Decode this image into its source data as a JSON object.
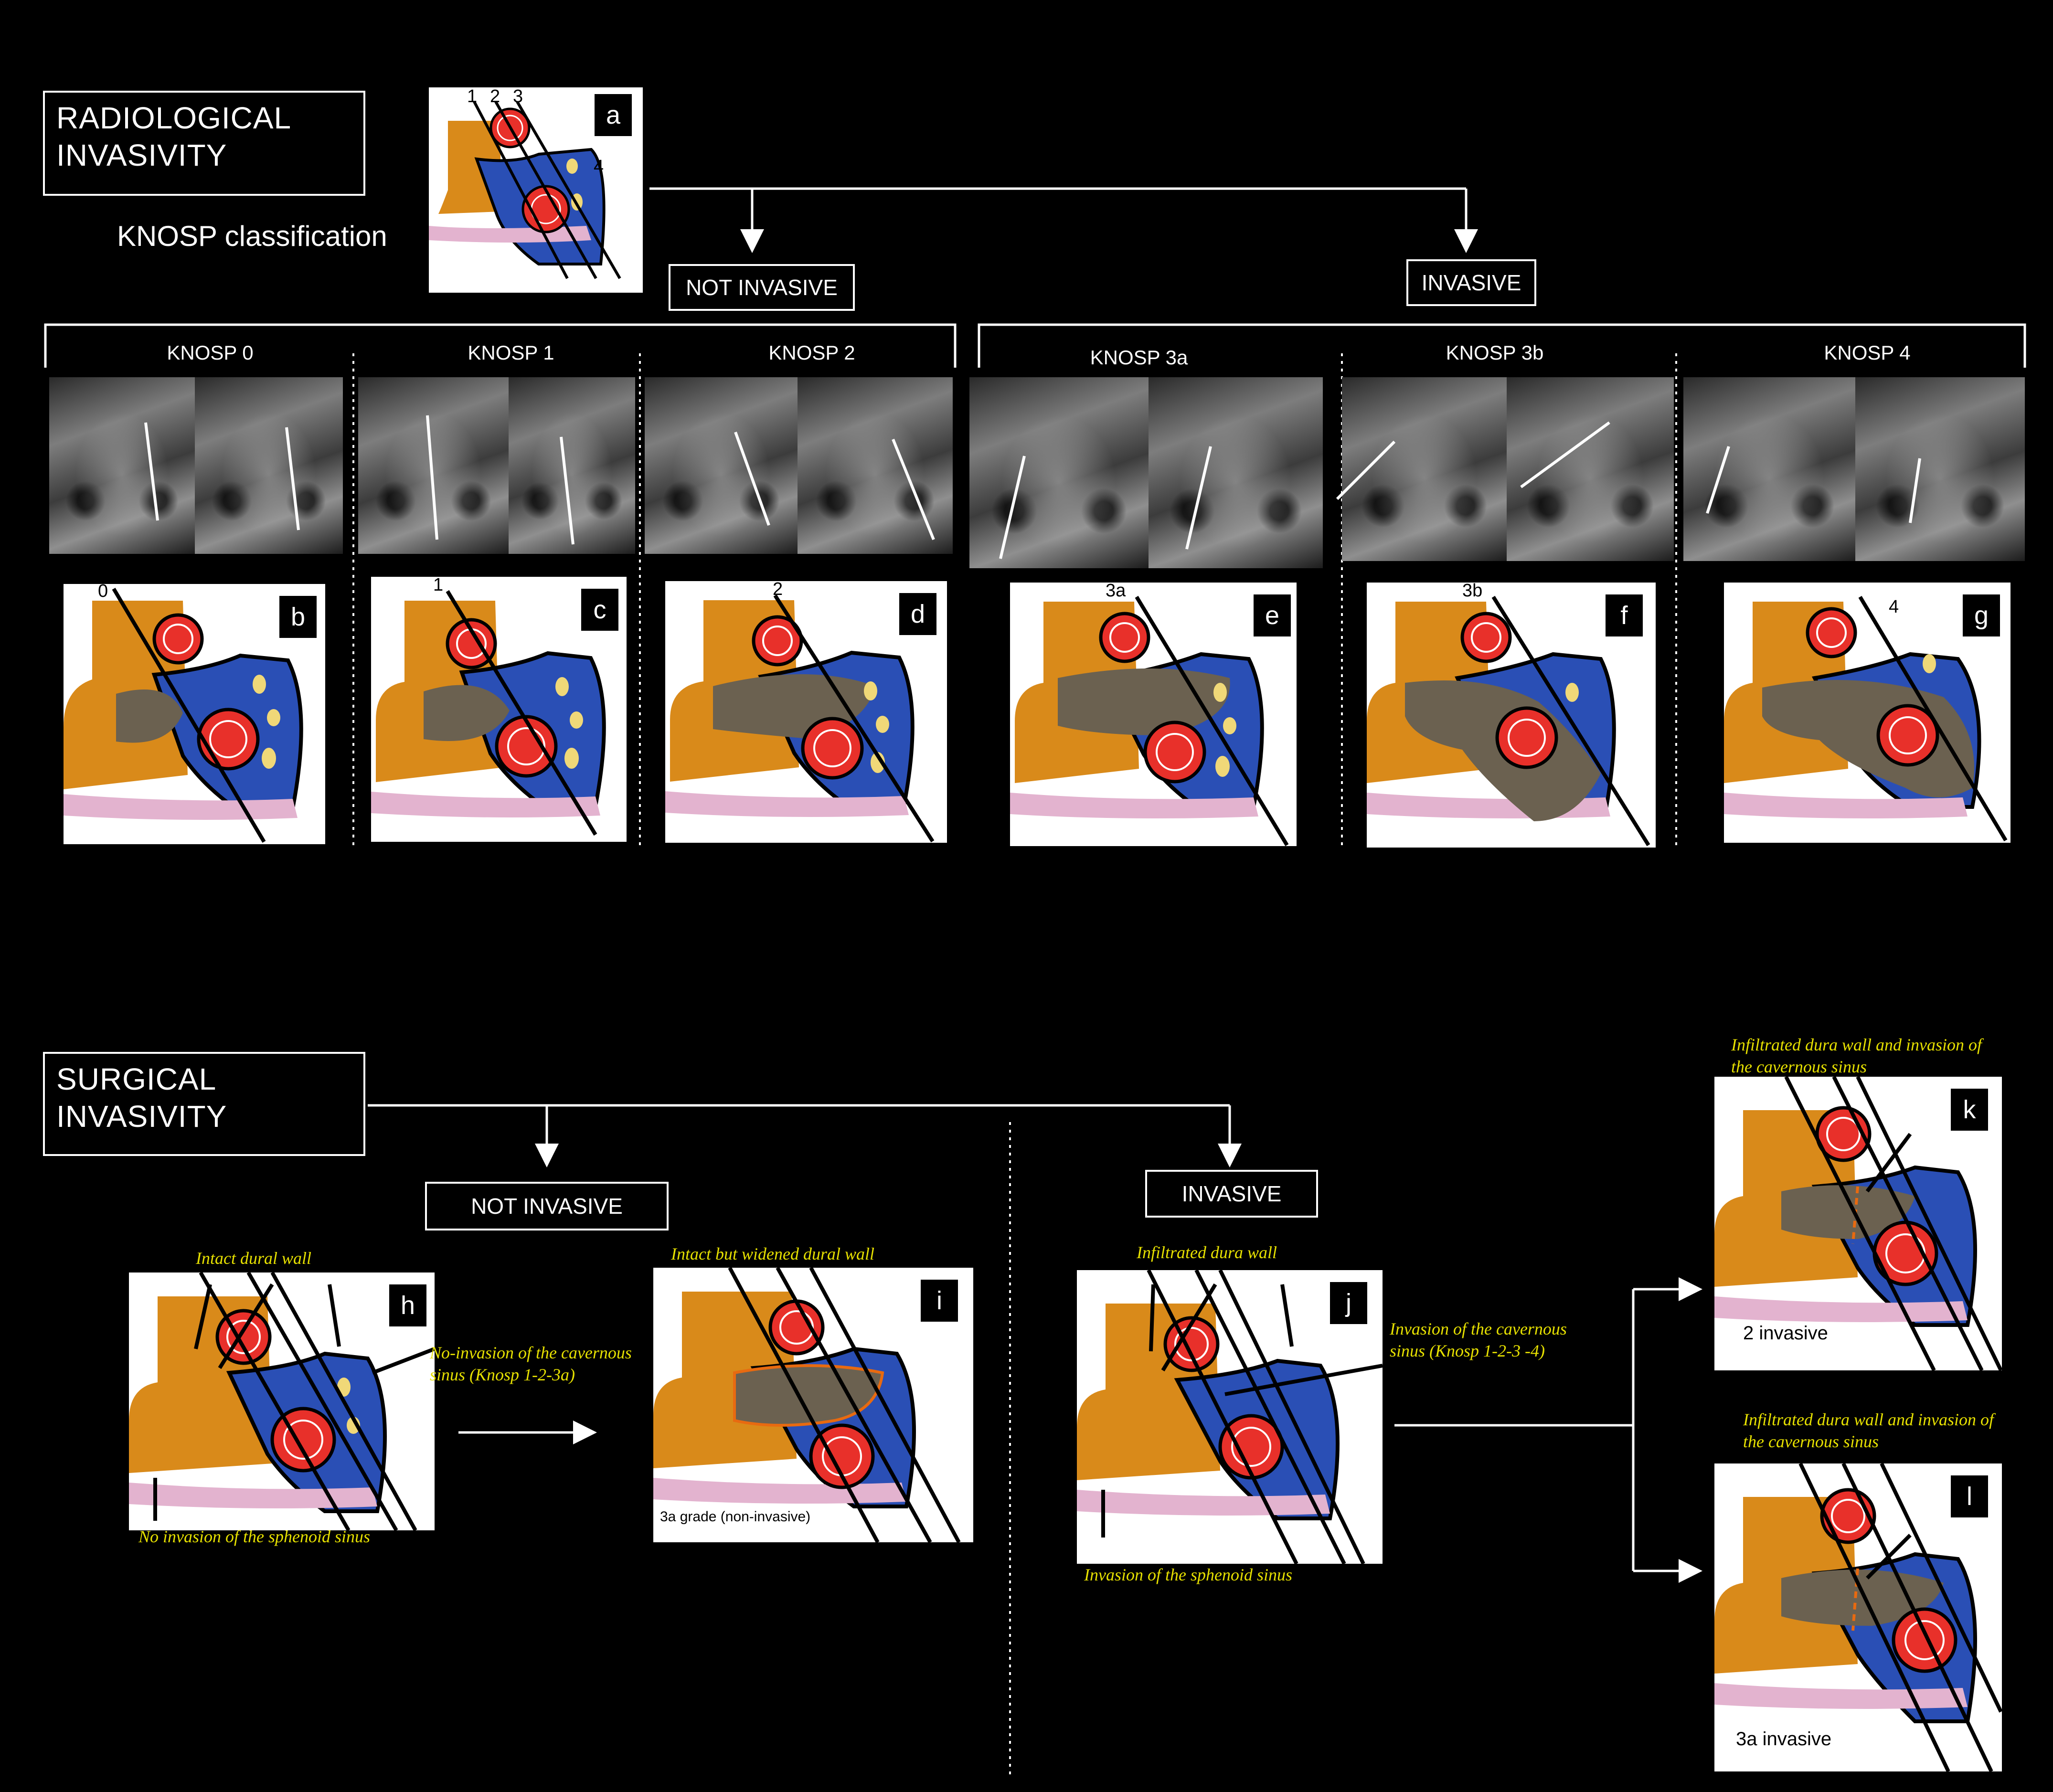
{
  "radiological": {
    "title": "RADIOLOGICAL\nINVASIVITY",
    "subtitle": "KNOSP classification",
    "not_invasive": "NOT INVASIVE",
    "invasive": "INVASIVE",
    "panel_a": {
      "letter": "a",
      "lines": [
        "1",
        "2",
        "3",
        "4"
      ]
    },
    "grades": [
      {
        "label": "KNOSP 0",
        "letter": "b",
        "line": "0"
      },
      {
        "label": "KNOSP 1",
        "letter": "c",
        "line": "1"
      },
      {
        "label": "KNOSP 2",
        "letter": "d",
        "line": "2"
      },
      {
        "label": "KNOSP 3a",
        "letter": "e",
        "line": "3a"
      },
      {
        "label": "KNOSP 3b",
        "letter": "f",
        "line": "3b"
      },
      {
        "label": "KNOSP 4",
        "letter": "g",
        "line": "4"
      }
    ]
  },
  "surgical": {
    "title": "SURGICAL\nINVASIVITY",
    "not_invasive": "NOT INVASIVE",
    "invasive": "INVASIVE",
    "panels": {
      "h": {
        "letter": "h",
        "note_top": "Intact dural wall",
        "note_right": "No-invasion of the cavernous\nsinus (Knosp 1-2-3a)",
        "note_bottom": "No invasion of the sphenoid sinus"
      },
      "i": {
        "letter": "i",
        "note_top": "Intact but widened dural wall",
        "caption": "3a grade (non-invasive)"
      },
      "j": {
        "letter": "j",
        "note_top": "Infiltrated dura wall",
        "note_right": "Invasion of the cavernous\nsinus (Knosp 1-2-3 -4)",
        "note_bottom": "Invasion of the sphenoid sinus"
      },
      "k": {
        "letter": "k",
        "note_top": "Infiltrated dura wall and invasion of\nthe cavernous sinus",
        "caption": "2 invasive"
      },
      "l": {
        "letter": "l",
        "note_top": "Infiltrated dura wall and invasion of\nthe cavernous sinus",
        "caption": "3a invasive"
      }
    }
  },
  "colors": {
    "background": "#000000",
    "gland": "#d98a1a",
    "cavernous_sinus": "#2a4fb5",
    "carotid": "#e8302a",
    "tumor": "#6b6150",
    "sphenoid": "#e3b3cf",
    "nerve": "#f0d878",
    "annotation": "#e6e000"
  }
}
